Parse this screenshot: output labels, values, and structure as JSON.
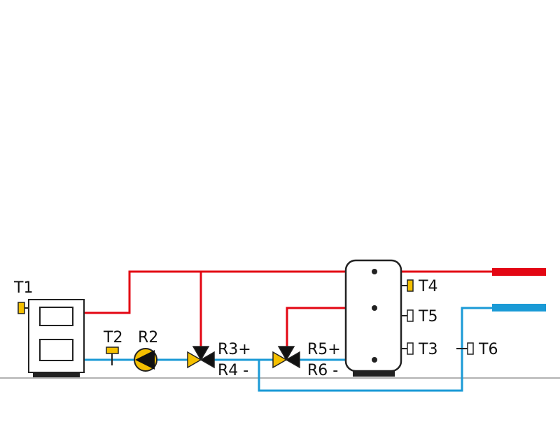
{
  "labels": {
    "t1": "T1",
    "t2": "T2",
    "r2": "R2",
    "r3": "R3+",
    "r4": "R4 -",
    "r5": "R5+",
    "r6": "R6 -",
    "t4": "T4",
    "t5": "T5",
    "t3": "T3",
    "t6": "T6"
  },
  "colors": {
    "hot": "#e30613",
    "cold": "#1a9ad6",
    "sensor": "#f5c000",
    "outline": "#222222",
    "floor": "#999999"
  },
  "icons": {
    "boiler": "solid-fuel-boiler-icon",
    "tank": "storage-tank-icon",
    "pump": "circulation-pump-icon",
    "valve": "three-way-valve-icon",
    "sensor": "temperature-sensor-icon"
  }
}
